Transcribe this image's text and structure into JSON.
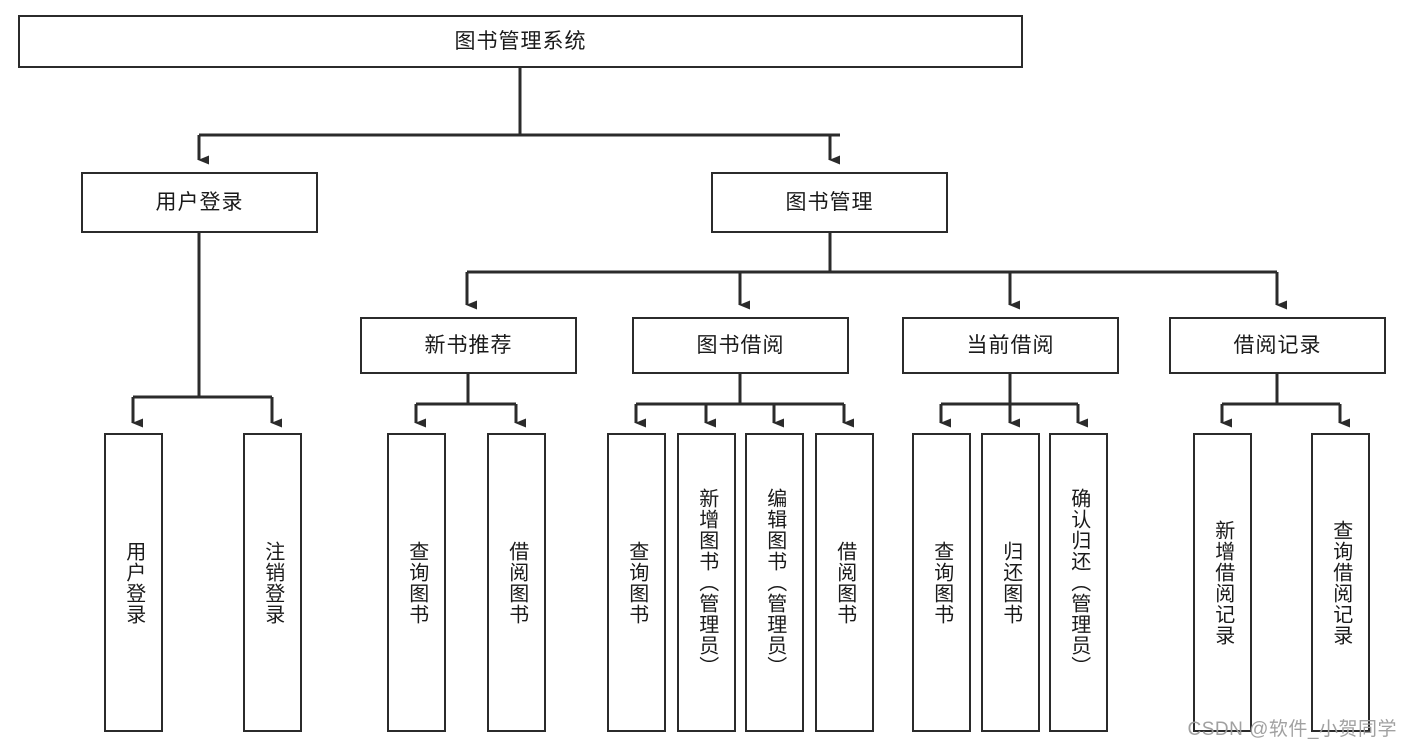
{
  "diagram": {
    "title": "图书管理系统",
    "watermark": "CSDN @软件_小贺同学",
    "line_color": "#2b2b2b",
    "box_fill": "#ffffff",
    "text_color": "#1a1a1a",
    "watermark_color": "#9d9d9d"
  },
  "nodes": {
    "root": {
      "label": "图书管理系统"
    },
    "level2": [
      {
        "label": "用户登录"
      },
      {
        "label": "图书管理"
      }
    ],
    "level3": [
      {
        "label": "新书推荐"
      },
      {
        "label": "图书借阅"
      },
      {
        "label": "当前借阅"
      },
      {
        "label": "借阅记录"
      }
    ],
    "leaves": {
      "user_login": [
        {
          "label": "用户登录"
        },
        {
          "label": "注销登录"
        }
      ],
      "new_book": [
        {
          "label": "查询图书"
        },
        {
          "label": "借阅图书"
        }
      ],
      "book_borrow": [
        {
          "label": "查询图书"
        },
        {
          "label": "新增图书（管理员）"
        },
        {
          "label": "编辑图书（管理员）"
        },
        {
          "label": "借阅图书"
        }
      ],
      "current_borrow": [
        {
          "label": "查询图书"
        },
        {
          "label": "归还图书"
        },
        {
          "label": "确认归还（管理员）"
        }
      ],
      "borrow_record": [
        {
          "label": "新增借阅记录"
        },
        {
          "label": "查询借阅记录"
        }
      ]
    }
  }
}
